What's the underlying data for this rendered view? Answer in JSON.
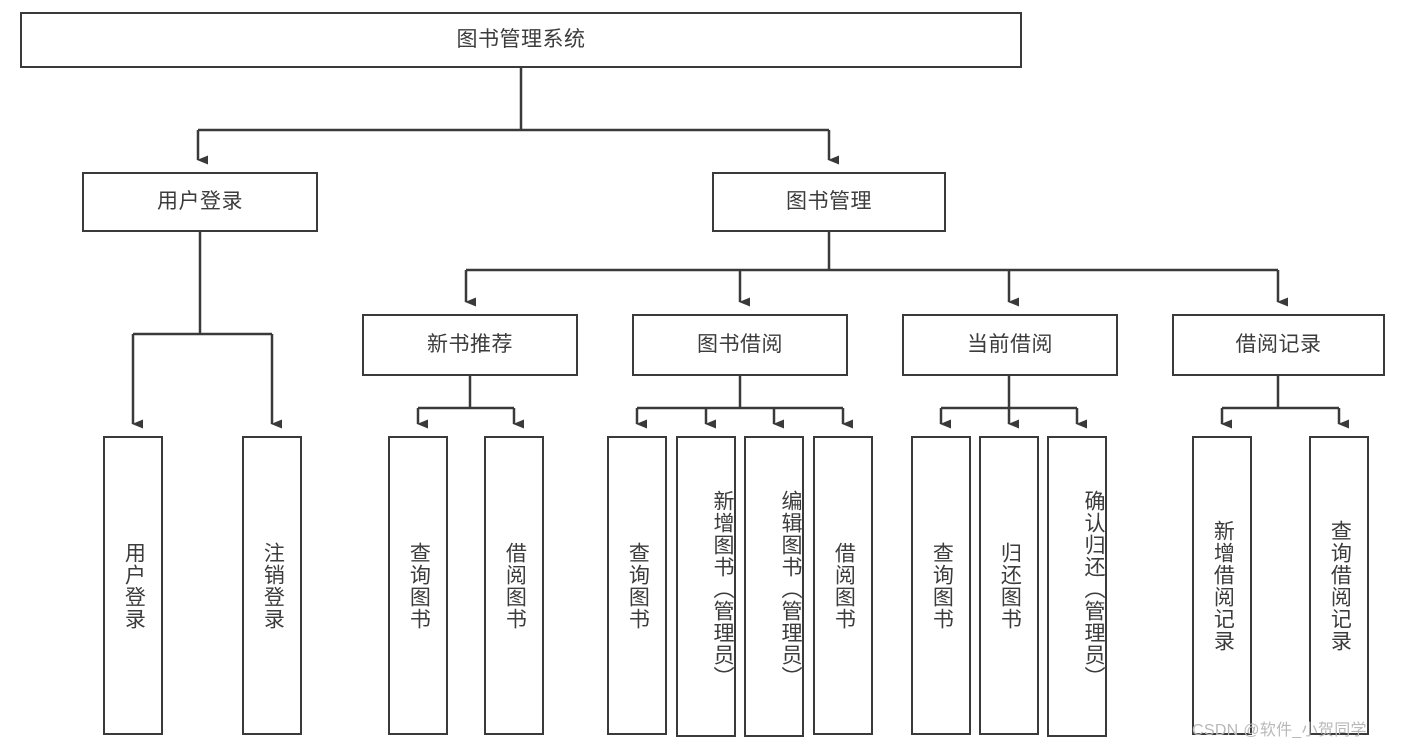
{
  "diagram": {
    "title": "图书管理系统",
    "type": "tree-hierarchy-diagram",
    "colors": {
      "box_border": "#3a3a3a",
      "box_fill": "#ffffff",
      "connector": "#3a3a3a",
      "text": "#3c3c3c",
      "background": "#ffffff",
      "watermark": "#b9b9b9"
    },
    "root": {
      "label": "图书管理系统"
    },
    "level2": [
      {
        "label": "用户登录"
      },
      {
        "label": "图书管理"
      }
    ],
    "level3": [
      {
        "label": "新书推荐"
      },
      {
        "label": "图书借阅"
      },
      {
        "label": "当前借阅"
      },
      {
        "label": "借阅记录"
      }
    ],
    "leaves": {
      "user_login": [
        {
          "label": "用户登录"
        },
        {
          "label": "注销登录"
        }
      ],
      "new_book_recommend": [
        {
          "label": "查询图书"
        },
        {
          "label": "借阅图书"
        }
      ],
      "book_borrow": [
        {
          "label": "查询图书"
        },
        {
          "label": "新增图书（管理员）"
        },
        {
          "label": "编辑图书（管理员）"
        },
        {
          "label": "借阅图书"
        }
      ],
      "current_borrow": [
        {
          "label": "查询图书"
        },
        {
          "label": "归还图书"
        },
        {
          "label": "确认归还（管理员）"
        }
      ],
      "borrow_record": [
        {
          "label": "新增借阅记录"
        },
        {
          "label": "查询借阅记录"
        }
      ]
    },
    "watermark": "CSDN @软件_小贺同学"
  }
}
